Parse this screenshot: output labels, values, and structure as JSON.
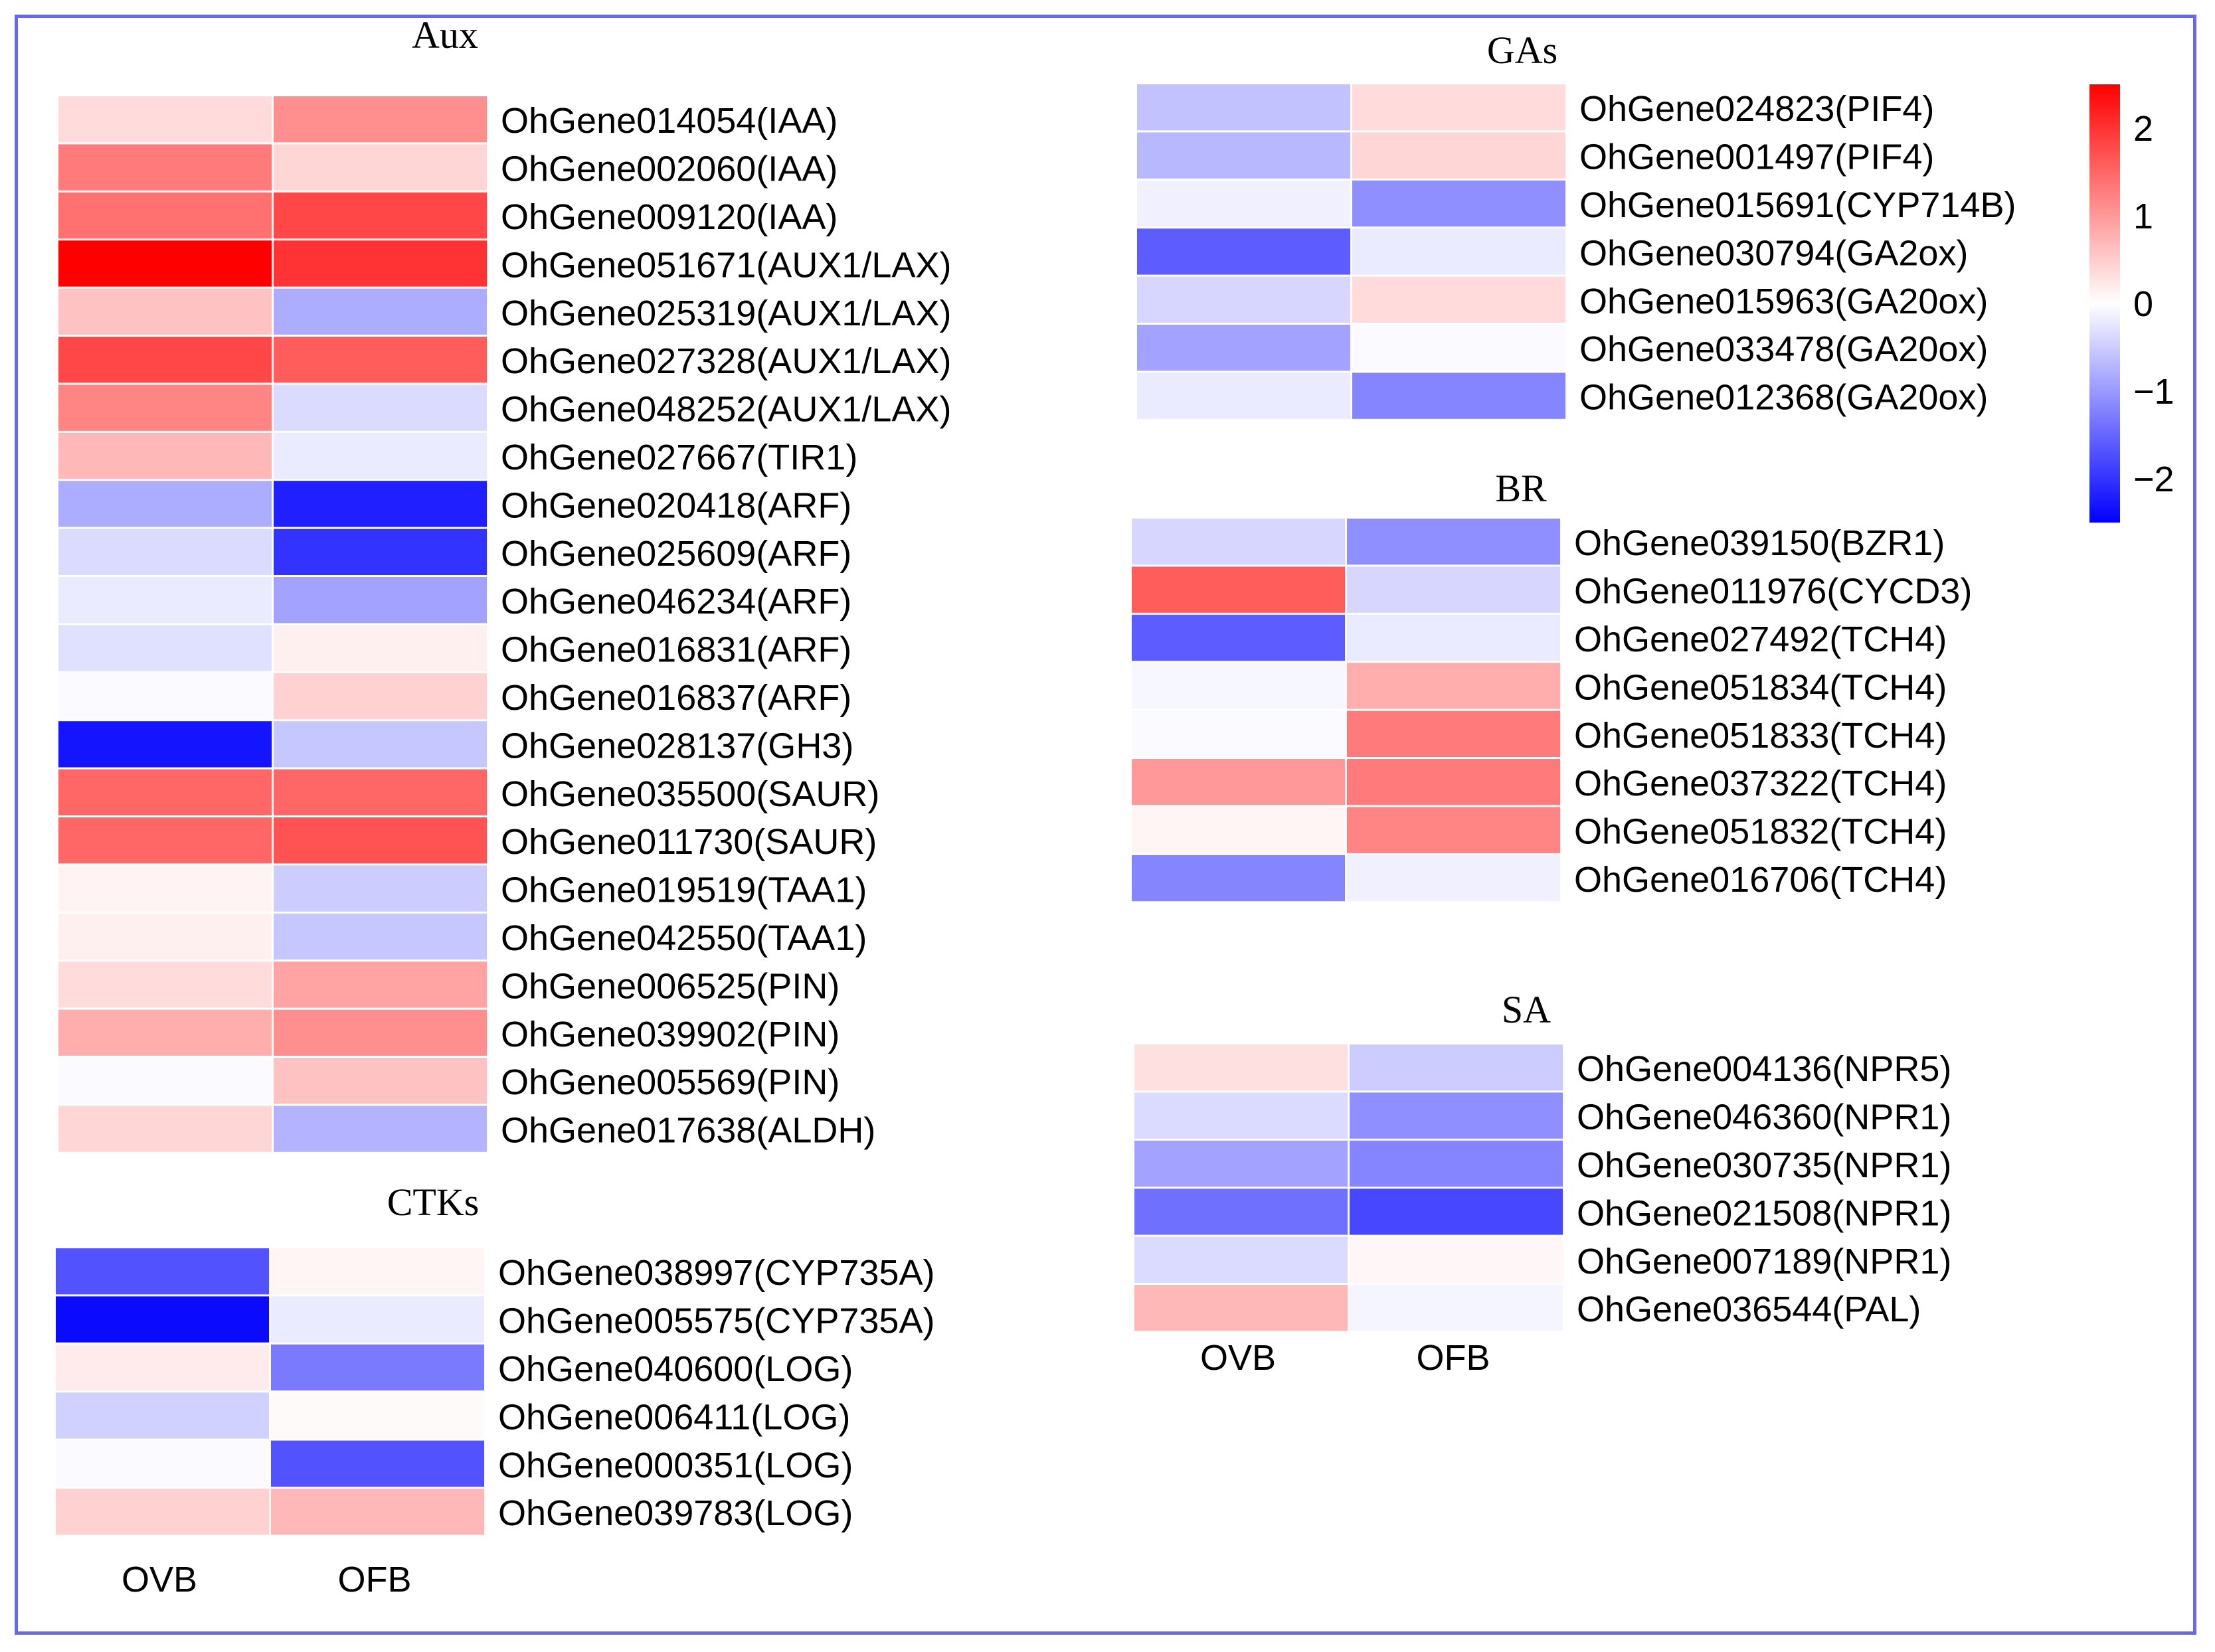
{
  "chart_data": {
    "type": "heatmap",
    "columns": [
      "OVB",
      "OFB"
    ],
    "colorbar": {
      "min": -2.5,
      "max": 2.5,
      "ticks": [
        "2",
        "1",
        "0",
        "−1",
        "−2"
      ],
      "tick_values": [
        2,
        1,
        0,
        -1,
        -2
      ],
      "colors": {
        "low": "#0000ff",
        "mid": "#ffffff",
        "high": "#ff0000"
      }
    },
    "panels": [
      {
        "title": "Aux",
        "show_columns": false,
        "rows": [
          {
            "gene": "OhGene014054(IAA)",
            "values": [
              0.35,
              1.1
            ]
          },
          {
            "gene": "OhGene002060(IAA)",
            "values": [
              1.3,
              0.4
            ]
          },
          {
            "gene": "OhGene009120(IAA)",
            "values": [
              1.4,
              1.8
            ]
          },
          {
            "gene": "OhGene051671(AUX1/LAX)",
            "values": [
              2.5,
              2.0
            ]
          },
          {
            "gene": "OhGene025319(AUX1/LAX)",
            "values": [
              0.6,
              -0.8
            ]
          },
          {
            "gene": "OhGene027328(AUX1/LAX)",
            "values": [
              1.8,
              1.6
            ]
          },
          {
            "gene": "OhGene048252(AUX1/LAX)",
            "values": [
              1.2,
              -0.35
            ]
          },
          {
            "gene": "OhGene027667(TIR1)",
            "values": [
              0.7,
              -0.2
            ]
          },
          {
            "gene": "OhGene020418(ARF)",
            "values": [
              -0.8,
              -2.2
            ]
          },
          {
            "gene": "OhGene025609(ARF)",
            "values": [
              -0.35,
              -2.0
            ]
          },
          {
            "gene": "OhGene046234(ARF)",
            "values": [
              -0.2,
              -0.9
            ]
          },
          {
            "gene": "OhGene016831(ARF)",
            "values": [
              -0.3,
              0.15
            ]
          },
          {
            "gene": "OhGene016837(ARF)",
            "values": [
              -0.05,
              0.45
            ]
          },
          {
            "gene": "OhGene028137(GH3)",
            "values": [
              -2.3,
              -0.55
            ]
          },
          {
            "gene": "OhGene035500(SAUR)",
            "values": [
              1.5,
              1.5
            ]
          },
          {
            "gene": "OhGene011730(SAUR)",
            "values": [
              1.5,
              1.7
            ]
          },
          {
            "gene": "OhGene019519(TAA1)",
            "values": [
              0.12,
              -0.5
            ]
          },
          {
            "gene": "OhGene042550(TAA1)",
            "values": [
              0.15,
              -0.55
            ]
          },
          {
            "gene": "OhGene006525(PIN)",
            "values": [
              0.35,
              0.9
            ]
          },
          {
            "gene": "OhGene039902(PIN)",
            "values": [
              0.8,
              1.1
            ]
          },
          {
            "gene": "OhGene005569(PIN)",
            "values": [
              -0.05,
              0.6
            ]
          },
          {
            "gene": "OhGene017638(ALDH)",
            "values": [
              0.4,
              -0.75
            ]
          }
        ]
      },
      {
        "title": "CTKs",
        "show_columns": true,
        "rows": [
          {
            "gene": "OhGene038997(CYP735A)",
            "values": [
              -1.7,
              0.1
            ]
          },
          {
            "gene": "OhGene005575(CYP735A)",
            "values": [
              -2.4,
              -0.2
            ]
          },
          {
            "gene": "OhGene040600(LOG)",
            "values": [
              0.2,
              -1.3
            ]
          },
          {
            "gene": "OhGene006411(LOG)",
            "values": [
              -0.45,
              0.05
            ]
          },
          {
            "gene": "OhGene000351(LOG)",
            "values": [
              -0.05,
              -1.7
            ]
          },
          {
            "gene": "OhGene039783(LOG)",
            "values": [
              0.45,
              0.7
            ]
          }
        ]
      },
      {
        "title": "GAs",
        "show_columns": false,
        "rows": [
          {
            "gene": "OhGene024823(PIF4)",
            "values": [
              -0.6,
              0.35
            ]
          },
          {
            "gene": "OhGene001497(PIF4)",
            "values": [
              -0.7,
              0.4
            ]
          },
          {
            "gene": "OhGene015691(CYP714B)",
            "values": [
              -0.15,
              -1.1
            ]
          },
          {
            "gene": "OhGene030794(GA2ox)",
            "values": [
              -1.6,
              -0.2
            ]
          },
          {
            "gene": "OhGene015963(GA20ox)",
            "values": [
              -0.4,
              0.35
            ]
          },
          {
            "gene": "OhGene033478(GA20ox)",
            "values": [
              -0.9,
              -0.05
            ]
          },
          {
            "gene": "OhGene012368(GA20ox)",
            "values": [
              -0.2,
              -1.2
            ]
          }
        ]
      },
      {
        "title": "BR",
        "show_columns": false,
        "rows": [
          {
            "gene": "OhGene039150(BZR1)",
            "values": [
              -0.4,
              -1.1
            ]
          },
          {
            "gene": "OhGene011976(CYCD3)",
            "values": [
              1.6,
              -0.4
            ]
          },
          {
            "gene": "OhGene027492(TCH4)",
            "values": [
              -1.6,
              -0.2
            ]
          },
          {
            "gene": "OhGene051834(TCH4)",
            "values": [
              -0.08,
              0.8
            ]
          },
          {
            "gene": "OhGene051833(TCH4)",
            "values": [
              -0.05,
              1.3
            ]
          },
          {
            "gene": "OhGene037322(TCH4)",
            "values": [
              1.0,
              1.3
            ]
          },
          {
            "gene": "OhGene051832(TCH4)",
            "values": [
              0.1,
              1.2
            ]
          },
          {
            "gene": "OhGene016706(TCH4)",
            "values": [
              -1.2,
              -0.15
            ]
          }
        ]
      },
      {
        "title": "SA",
        "show_columns": true,
        "rows": [
          {
            "gene": "OhGene004136(NPR5)",
            "values": [
              0.3,
              -0.5
            ]
          },
          {
            "gene": "OhGene046360(NPR1)",
            "values": [
              -0.35,
              -1.1
            ]
          },
          {
            "gene": "OhGene030735(NPR1)",
            "values": [
              -0.9,
              -1.2
            ]
          },
          {
            "gene": "OhGene021508(NPR1)",
            "values": [
              -1.4,
              -1.8
            ]
          },
          {
            "gene": "OhGene007189(NPR1)",
            "values": [
              -0.35,
              0.08
            ]
          },
          {
            "gene": "OhGene036544(PAL)",
            "values": [
              0.7,
              -0.1
            ]
          }
        ]
      }
    ]
  }
}
